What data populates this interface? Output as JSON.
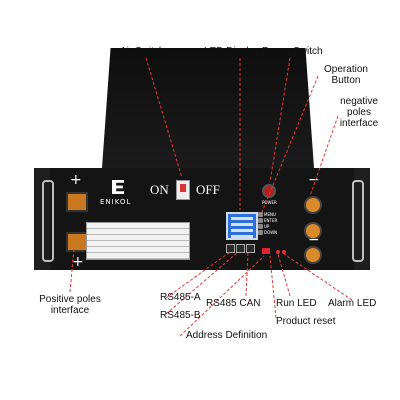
{
  "labels": {
    "air_switch": "Air Switch",
    "led_display": "LED Display",
    "power_switch": "Power Switch",
    "operation_button": "Operation Button",
    "negative_poles": "negative poles interface",
    "positive_poles": "Positive poles interface",
    "rs485_a": "RS485-A",
    "rs485_b": "RS485-B",
    "rs485_can": "RS485 CAN",
    "run_led": "Run LED",
    "alarm_led": "Alarm LED",
    "product_reset": "Product reset",
    "address_definition": "Address Definition"
  },
  "device": {
    "brand": "ENIKOL",
    "switch_on": "ON",
    "switch_off": "OFF",
    "power_label": "POWER",
    "menu_labels": [
      "MENU",
      "ENTER",
      "UP",
      "DOWN"
    ]
  },
  "colors": {
    "leader": "#e53935",
    "terminal": "#d98b2c",
    "lcd": "#2d6fd6"
  }
}
